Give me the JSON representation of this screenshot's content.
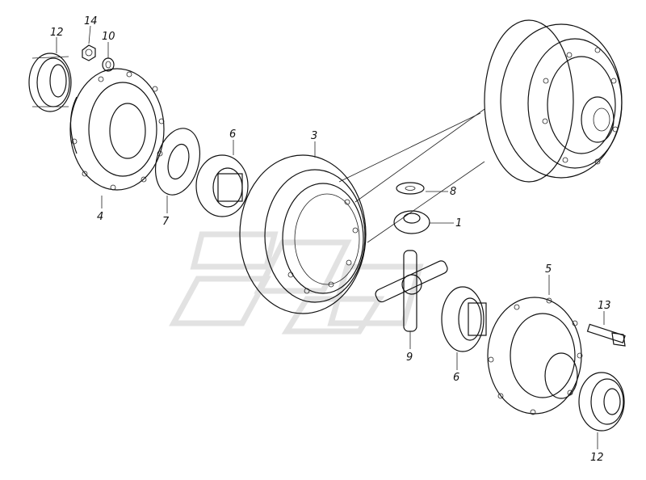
{
  "labels": {
    "l12a": "12",
    "l14": "14",
    "l10": "10",
    "l4": "4",
    "l7": "7",
    "l6a": "6",
    "l3": "3",
    "l8": "8",
    "l1": "1",
    "l9": "9",
    "l6b": "6",
    "l5": "5",
    "l13": "13",
    "l12b": "12"
  },
  "colors": {
    "line": "#111111",
    "background": "#ffffff",
    "watermark": "#e2e2e2"
  }
}
